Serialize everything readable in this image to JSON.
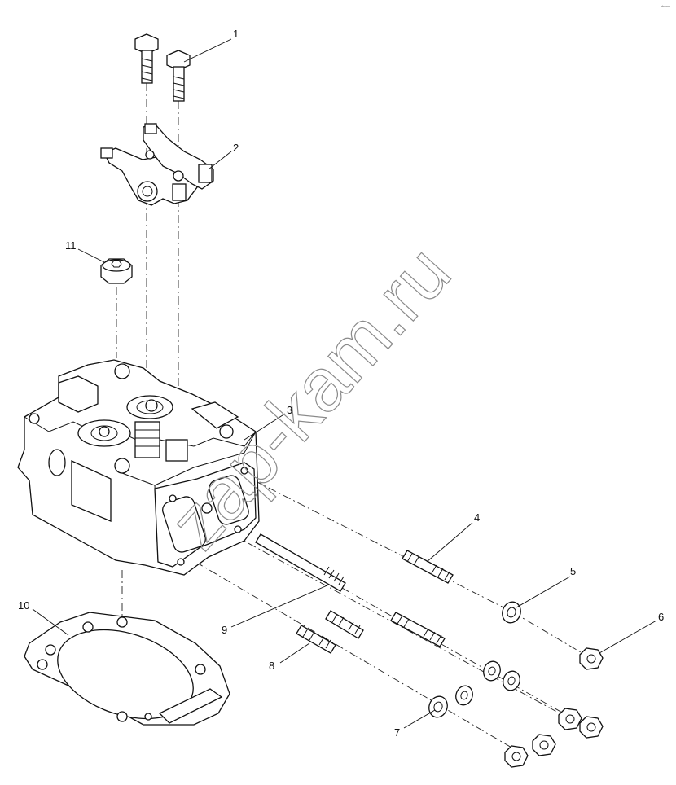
{
  "diagram": {
    "corner_mark": "ᵈᵒ ᵒᵒᵒ",
    "watermark": "zap-kam.ru",
    "callouts": [
      "1",
      "2",
      "3",
      "4",
      "5",
      "6",
      "7",
      "8",
      "9",
      "10",
      "11"
    ]
  }
}
